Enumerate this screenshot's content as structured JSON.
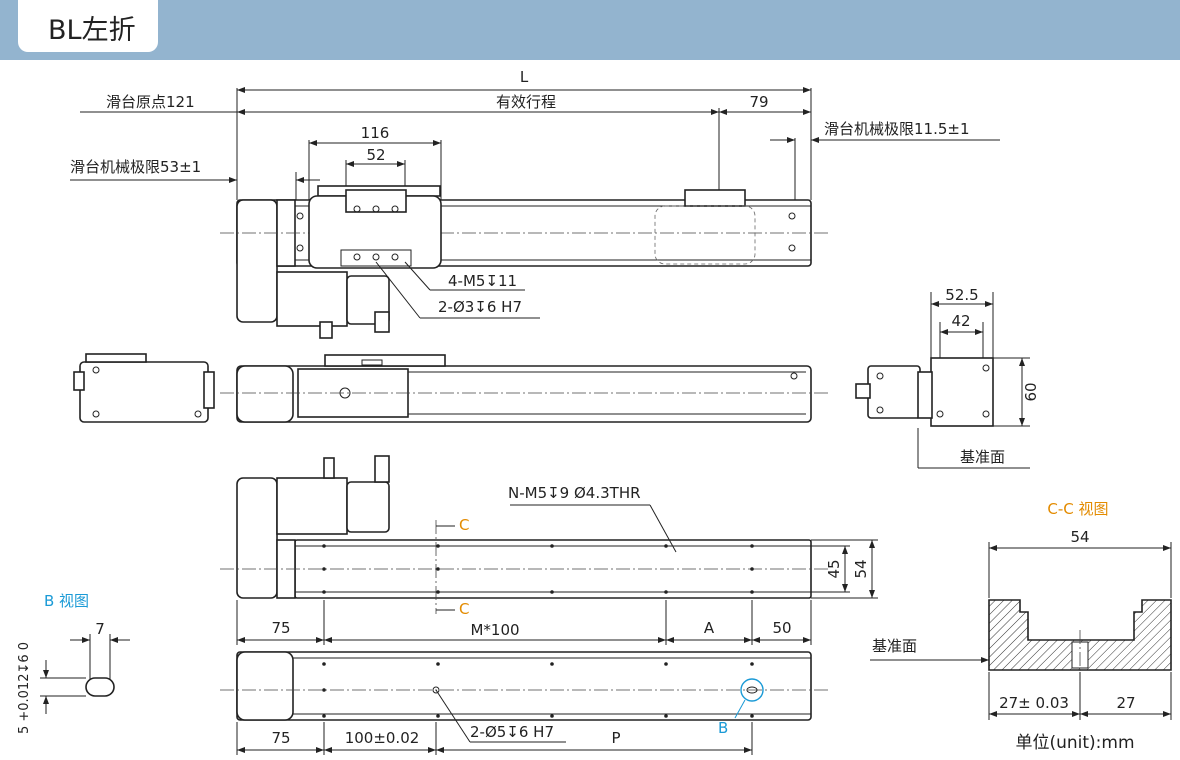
{
  "header": {
    "title": "BL左折"
  },
  "top_view": {
    "L": "L",
    "origin": "滑台原点121",
    "stroke": "有效行程",
    "d79": "79",
    "mech_limit_right": "滑台机械极限11.5±1",
    "d116": "116",
    "d52": "52",
    "mech_limit_left": "滑台机械极限53±1",
    "tap1": "4-M5↧11",
    "tap2": "2-Ø3↧6 H7"
  },
  "end_view": {
    "d52_5": "52.5",
    "d42": "42",
    "d60": "60",
    "datum": "基准面"
  },
  "bottom_view": {
    "holes": "N-M5↧9 Ø4.3THR",
    "sectionC": "C",
    "d45": "45",
    "d54": "54",
    "d75": "75",
    "m100": "M*100",
    "A": "A",
    "d50": "50"
  },
  "base_view": {
    "d75": "75",
    "pitch": "100±0.02",
    "pins": "2-Ø5↧6 H7",
    "P": "P",
    "B": "B"
  },
  "b_view": {
    "title": "B 视图",
    "width7": "7",
    "tol": "5 +0.012↧6 0"
  },
  "section_view": {
    "title": "C-C 视图",
    "width54": "54",
    "datum": "基准面",
    "d27tol": "27± 0.03",
    "d27": "27",
    "units": "单位(unit):mm"
  },
  "colors": {
    "header": "#93b4cf",
    "orange": "#e38b00",
    "blue": "#1a9ad6"
  }
}
